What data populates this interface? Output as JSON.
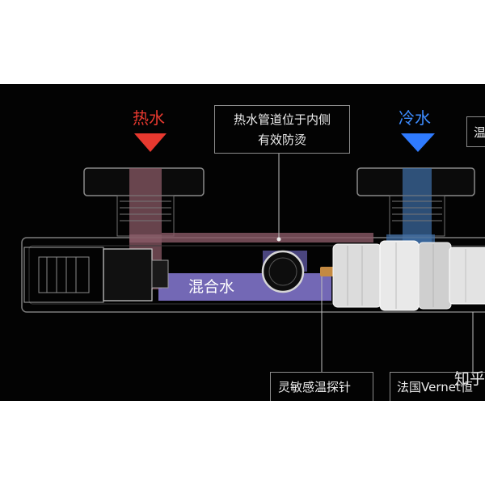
{
  "labels": {
    "hot_water": "热水",
    "cold_water": "冷水",
    "note_line1": "热水管道位于内侧",
    "note_line2": "有效防烫",
    "cut_box_text": "温",
    "mixed_water": "混合水",
    "sensor": "灵敏感温探针",
    "vernet": "法国Vernet恒",
    "watermark": "知乎"
  },
  "colors": {
    "background": "#030303",
    "hot": "#e8392f",
    "cold": "#3d8cff",
    "mixed": "#8c7fd8"
  },
  "icons": {
    "hot_marker": "down-triangle-icon",
    "cold_marker": "down-triangle-icon"
  }
}
